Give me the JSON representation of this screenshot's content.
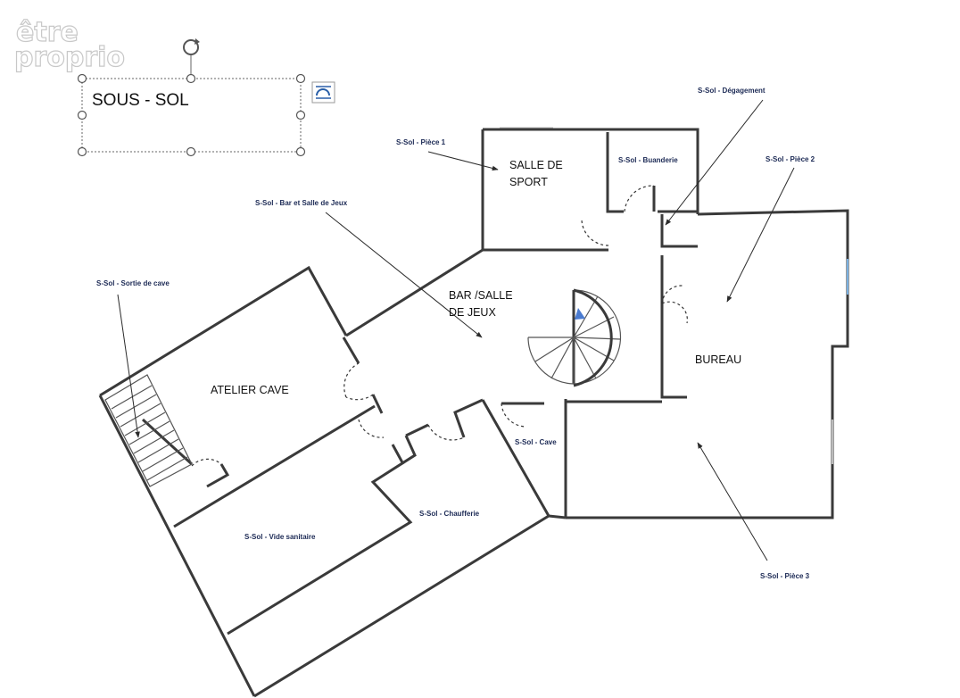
{
  "logo": {
    "line1": "être",
    "line2": "proprio"
  },
  "title_box": {
    "text": "SOUS - SOL"
  },
  "rooms": [
    {
      "key": "sport",
      "lines": [
        "SALLE DE",
        "SPORT"
      ]
    },
    {
      "key": "bar",
      "lines": [
        "BAR /SALLE",
        "DE JEUX"
      ]
    },
    {
      "key": "atelier",
      "lines": [
        "ATELIER CAVE"
      ]
    },
    {
      "key": "bureau",
      "lines": [
        "BUREAU"
      ]
    }
  ],
  "tags": [
    {
      "key": "piece1",
      "text": "S-Sol - Pièce 1"
    },
    {
      "key": "buanderie",
      "text": "S-Sol - Buanderie"
    },
    {
      "key": "degagement",
      "text": "S-Sol - Dégagement"
    },
    {
      "key": "piece2",
      "text": "S-Sol - Pièce 2"
    },
    {
      "key": "bar",
      "text": "S-Sol - Bar et Salle de Jeux"
    },
    {
      "key": "sortie",
      "text": "S-Sol - Sortie de cave"
    },
    {
      "key": "cave",
      "text": "S-Sol - Cave"
    },
    {
      "key": "chaufferie",
      "text": "S-Sol - Chaufferie"
    },
    {
      "key": "vide",
      "text": "S-Sol - Vide sanitaire"
    },
    {
      "key": "piece3",
      "text": "S-Sol - Pièce 3"
    }
  ],
  "icons": {
    "rotate": "rotate-handle-icon",
    "layout": "layout-options-icon"
  }
}
